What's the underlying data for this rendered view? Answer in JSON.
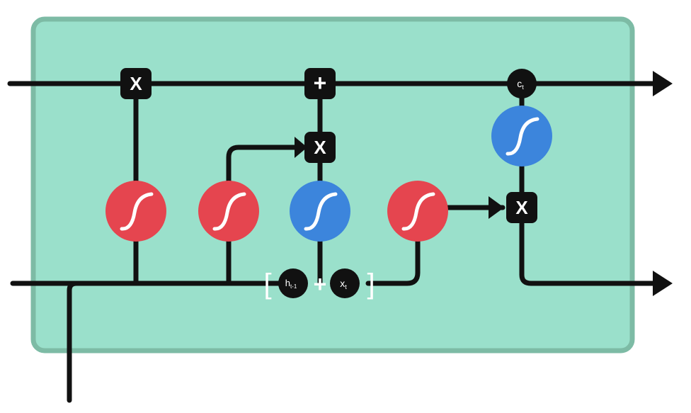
{
  "colors": {
    "background": "#ffffff",
    "cell_fill": "#9ae0cb",
    "cell_border": "#7dbba5",
    "line": "#111111",
    "sigmoid_gate": "#e5454f",
    "tanh_gate": "#3c85dc",
    "operator": "#111111",
    "operator_text": "#ffffff",
    "curve": "#ffffff",
    "bracket": "#ffffff"
  },
  "operators": {
    "forget_multiply": "X",
    "cell_add": "+",
    "input_multiply": "X",
    "output_multiply": "X"
  },
  "cell_state_node": {
    "base": "c",
    "sub": "t"
  },
  "inputs": {
    "hidden": {
      "base": "h",
      "sub": "t-1"
    },
    "concat_plus": "+",
    "x": {
      "base": "x",
      "sub": "t"
    },
    "open_bracket": "[",
    "close_bracket": "]"
  },
  "gates": [
    {
      "name": "forget-gate",
      "kind": "sigmoid",
      "icon": "sigmoid-curve-icon"
    },
    {
      "name": "input-gate",
      "kind": "sigmoid",
      "icon": "sigmoid-curve-icon"
    },
    {
      "name": "candidate-gate",
      "kind": "tanh",
      "icon": "sigmoid-curve-icon"
    },
    {
      "name": "output-gate",
      "kind": "sigmoid",
      "icon": "sigmoid-curve-icon"
    },
    {
      "name": "cell-tanh",
      "kind": "tanh",
      "icon": "sigmoid-curve-icon"
    }
  ]
}
